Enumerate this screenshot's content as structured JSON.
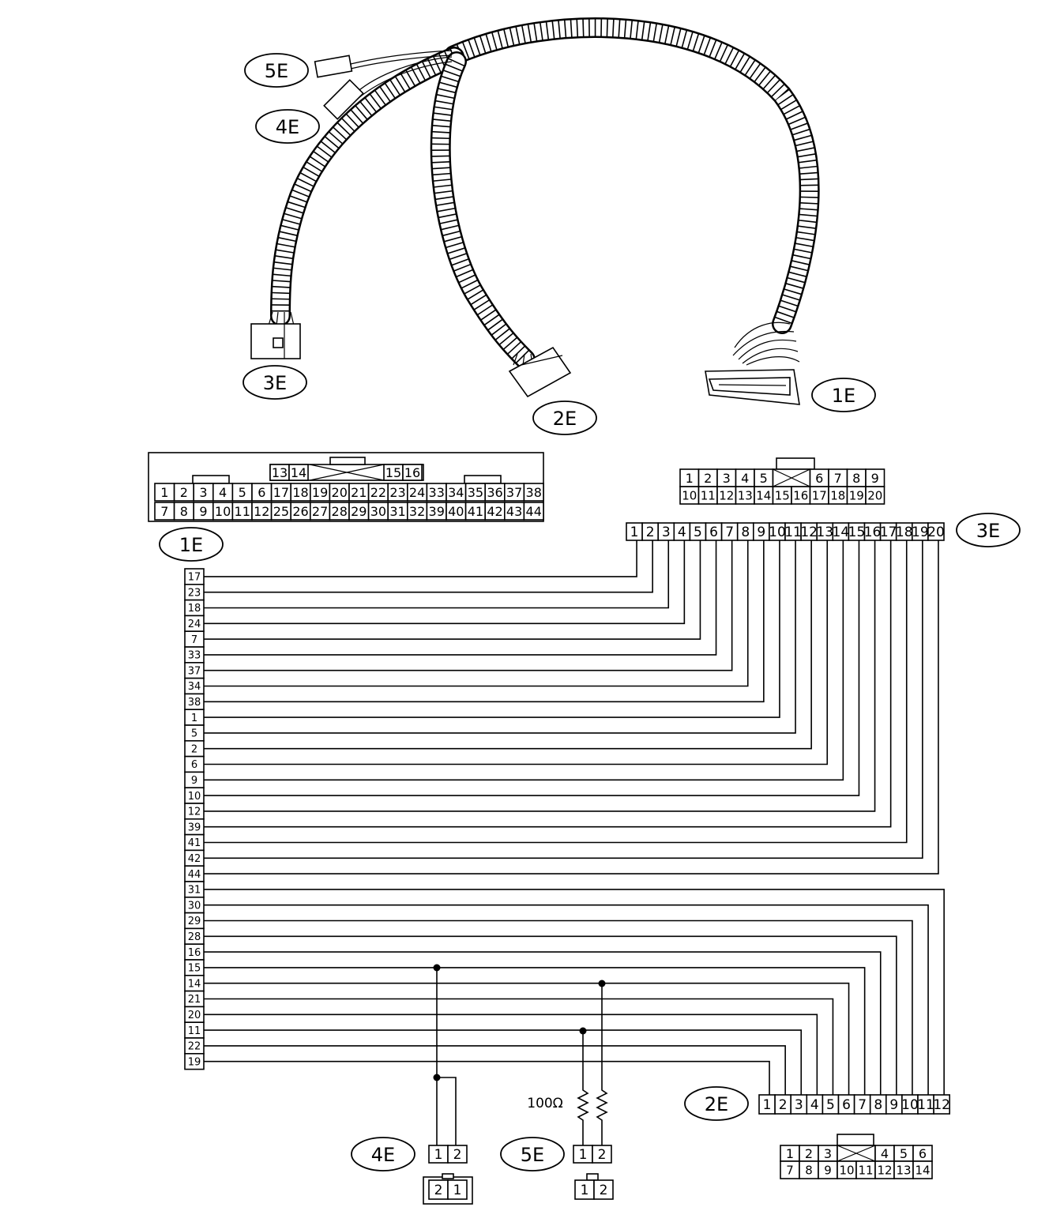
{
  "labels": {
    "conn_1e": "1E",
    "conn_2e": "2E",
    "conn_3e": "3E",
    "conn_4e": "4E",
    "conn_5e": "5E"
  },
  "resistor_value": "100Ω",
  "face_1e": {
    "top_row": [
      "13",
      "14",
      "15",
      "16"
    ],
    "row_a": [
      "1",
      "2",
      "3",
      "4",
      "5",
      "6",
      "17",
      "18",
      "19",
      "20",
      "21",
      "22",
      "23",
      "24",
      "33",
      "34",
      "35",
      "36",
      "37",
      "38"
    ],
    "row_b": [
      "7",
      "8",
      "9",
      "10",
      "11",
      "12",
      "25",
      "26",
      "27",
      "28",
      "29",
      "30",
      "31",
      "32",
      "39",
      "40",
      "41",
      "42",
      "43",
      "44"
    ]
  },
  "face_3e": {
    "row_a": [
      "1",
      "2",
      "3",
      "4",
      "5",
      "",
      "6",
      "7",
      "8",
      "9"
    ],
    "row_b": [
      "10",
      "11",
      "12",
      "13",
      "14",
      "15",
      "16",
      "17",
      "18",
      "19",
      "20"
    ]
  },
  "face_2e": {
    "row_a": [
      "1",
      "2",
      "3",
      "",
      "4",
      "5",
      "6"
    ],
    "row_b": [
      "7",
      "8",
      "9",
      "10",
      "11",
      "12",
      "13",
      "14"
    ]
  },
  "pins_1e_column": [
    "17",
    "23",
    "18",
    "24",
    "7",
    "33",
    "37",
    "34",
    "38",
    "1",
    "5",
    "2",
    "6",
    "9",
    "10",
    "12",
    "39",
    "41",
    "42",
    "44",
    "31",
    "30",
    "29",
    "28",
    "16",
    "15",
    "14",
    "21",
    "20",
    "11",
    "22",
    "19"
  ],
  "pins_3e_row": [
    "1",
    "2",
    "3",
    "4",
    "5",
    "6",
    "7",
    "8",
    "9",
    "10",
    "11",
    "12",
    "13",
    "14",
    "15",
    "16",
    "17",
    "18",
    "19",
    "20"
  ],
  "pins_2e_row": [
    "1",
    "2",
    "3",
    "4",
    "5",
    "6",
    "7",
    "8",
    "9",
    "10",
    "11",
    "12"
  ],
  "pins_4e": [
    "1",
    "2"
  ],
  "pins_4e_face": [
    "2",
    "1"
  ],
  "pins_5e": [
    "1",
    "2"
  ],
  "pins_5e_face": [
    "1",
    "2"
  ]
}
